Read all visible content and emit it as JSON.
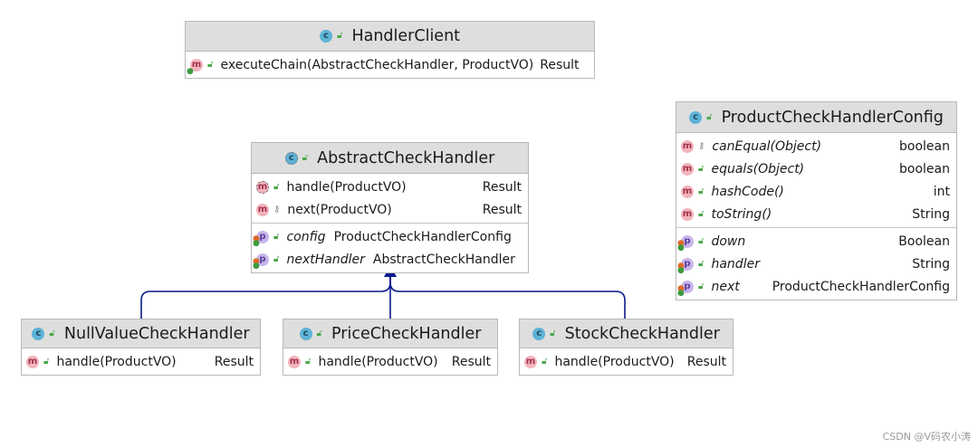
{
  "classes": {
    "handler_client": {
      "name": "HandlerClient",
      "methods": [
        {
          "name": "executeChain(AbstractCheckHandler, ProductVO)",
          "type": "Result"
        }
      ]
    },
    "abstract_check_handler": {
      "name": "AbstractCheckHandler",
      "methods": [
        {
          "name": "handle(ProductVO)",
          "type": "Result"
        },
        {
          "name": "next(ProductVO)",
          "type": "Result"
        }
      ],
      "properties": [
        {
          "name": "config",
          "type": "ProductCheckHandlerConfig"
        },
        {
          "name": "nextHandler",
          "type": "AbstractCheckHandler"
        }
      ]
    },
    "product_check_handler_config": {
      "name": "ProductCheckHandlerConfig",
      "methods": [
        {
          "name": "canEqual(Object)",
          "type": "boolean"
        },
        {
          "name": "equals(Object)",
          "type": "boolean"
        },
        {
          "name": "hashCode()",
          "type": "int"
        },
        {
          "name": "toString()",
          "type": "String"
        }
      ],
      "properties": [
        {
          "name": "down",
          "type": "Boolean"
        },
        {
          "name": "handler",
          "type": "String"
        },
        {
          "name": "next",
          "type": "ProductCheckHandlerConfig"
        }
      ]
    },
    "null_value_check_handler": {
      "name": "NullValueCheckHandler",
      "methods": [
        {
          "name": "handle(ProductVO)",
          "type": "Result"
        }
      ]
    },
    "price_check_handler": {
      "name": "PriceCheckHandler",
      "methods": [
        {
          "name": "handle(ProductVO)",
          "type": "Result"
        }
      ]
    },
    "stock_check_handler": {
      "name": "StockCheckHandler",
      "methods": [
        {
          "name": "handle(ProductVO)",
          "type": "Result"
        }
      ]
    }
  },
  "watermark": "CSDN @V码农小涛",
  "colors": {
    "header_bg": "#dedede",
    "border": "#b8b8b8",
    "inheritance_arrow": "#0b1a8c",
    "class_badge": "#5fb3d7",
    "method_badge": "#f2b4bd",
    "property_badge": "#c8b6ec"
  },
  "icons": {
    "class": "class-icon",
    "method": "method-icon",
    "property": "property-icon",
    "public": "public-lock-icon",
    "protected": "protected-key-icon"
  }
}
